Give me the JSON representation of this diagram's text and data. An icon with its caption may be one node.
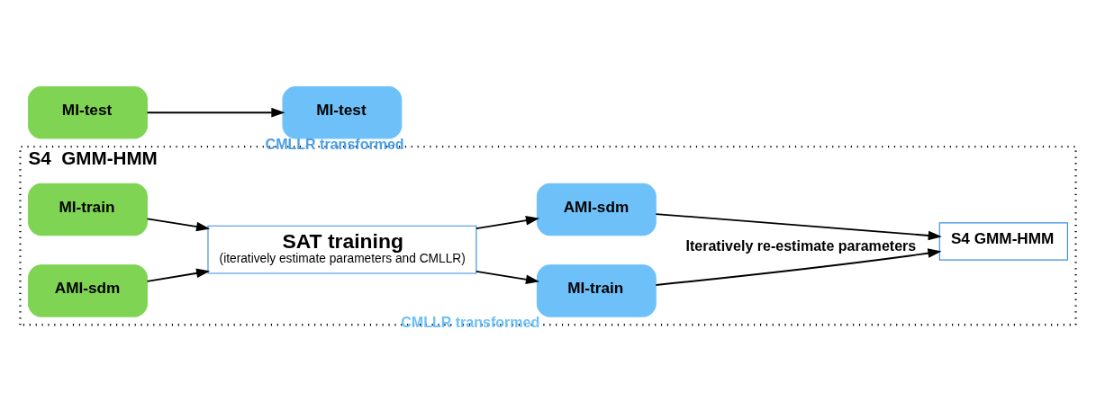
{
  "diagram": {
    "nodes": [
      {
        "text": [
          "S4  GMM-HMM"
        ]
      },
      {
        "text": [
          "MI-train"
        ],
        "in": 0
      },
      {
        "text": [
          "AMI-sdm"
        ],
        "in": 0
      },
      {
        "text": [
          "SAT training",
          "(iteratively estimate parameters and CMLLR)"
        ],
        "in": 0
      },
      {
        "text": [
          "MI-train"
        ],
        "in": 0,
        "beside": [
          "CMLLR transformed"
        ]
      },
      {
        "text": [
          "AMI-sdm"
        ],
        "in": 0
      },
      {
        "text": [
          "S4 GMM-HMM"
        ],
        "in": 0
      },
      {
        "text": [
          "MI-test"
        ]
      },
      {
        "text": [
          "MI-test"
        ],
        "beside": [
          "CMLLR transformed"
        ]
      }
    ],
    "edges": [
      {
        "from": 1,
        "to": 3,
        "arrow": "to"
      },
      {
        "from": 2,
        "to": 3,
        "arrow": "to"
      },
      {
        "from": 3,
        "to": 4,
        "arrow": "to"
      },
      {
        "from": 3,
        "to": 5,
        "arrow": "to"
      },
      {
        "from": 4,
        "to": 6,
        "arrow": "to",
        "label": "Iteratively re-estimate parameters"
      },
      {
        "from": 5,
        "to": 6,
        "arrow": "to"
      },
      {
        "from": 7,
        "to": 8,
        "arrow": "to"
      }
    ]
  }
}
